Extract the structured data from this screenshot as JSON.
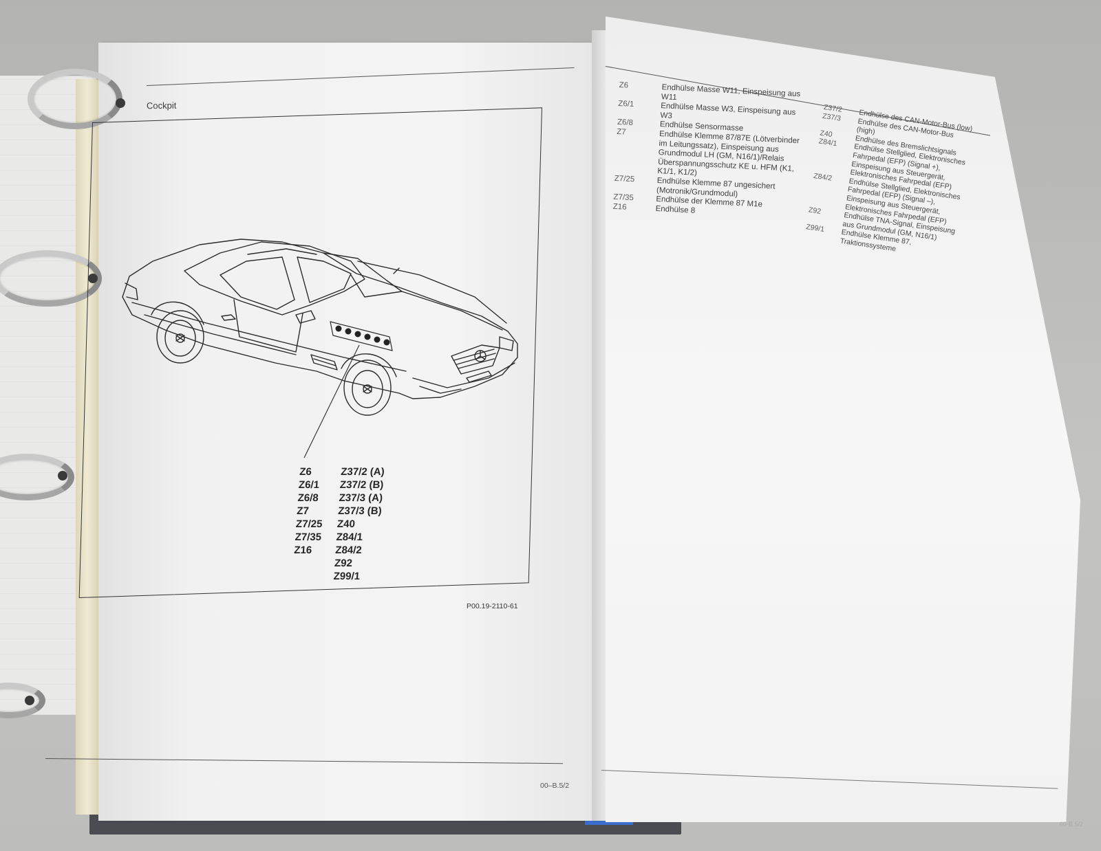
{
  "left_page": {
    "section_title": "Cockpit",
    "figure_code": "P00.19-2110-61",
    "page_number": "00–B.5/2",
    "legend_col1": [
      "Z6",
      "Z6/1",
      "Z6/8",
      "Z7",
      "Z7/25",
      "Z7/35",
      "Z16"
    ],
    "legend_col2": [
      "Z37/2 (A)",
      "Z37/2 (B)",
      "Z37/3 (A)",
      "Z37/3 (B)",
      "Z40",
      "Z84/1",
      "Z84/2",
      "Z92",
      "Z99/1"
    ]
  },
  "right_page": {
    "page_number": "00-B.5/2",
    "entries_col1": [
      {
        "code": "Z6",
        "text": "Endhülse Masse W11, Einspeisung aus W11"
      },
      {
        "code": "Z6/1",
        "text": "Endhülse Masse W3, Einspeisung aus W3"
      },
      {
        "code": "Z6/8",
        "text": "Endhülse Sensormasse"
      },
      {
        "code": "Z7",
        "text": "Endhülse Klemme 87/87E (Lötverbinder im Leitungssatz), Einspeisung aus Grundmodul LH (GM, N16/1)/Relais Überspannungsschutz KE u. HFM (K1, K1/1, K1/2)"
      },
      {
        "code": "Z7/25",
        "text": "Endhülse Klemme 87 ungesichert (Motronik/Grundmodul)"
      },
      {
        "code": "Z7/35",
        "text": "Endhülse der Klemme 87 M1e"
      },
      {
        "code": "Z16",
        "text": "Endhülse 8"
      }
    ],
    "entries_col2": [
      {
        "code": "Z37/2",
        "text": "Endhülse des CAN-Motor-Bus (low)"
      },
      {
        "code": "Z37/3",
        "text": "Endhülse des CAN-Motor-Bus (high)"
      },
      {
        "code": "Z40",
        "text": "Endhülse des Bremslichtsignals"
      },
      {
        "code": "Z84/1",
        "text": "Endhülse Stellglied, Elektronisches Fahrpedal (EFP) (Signal +), Einspeisung aus Steuergerät, Elektronisches Fahrpedal (EFP)"
      },
      {
        "code": "Z84/2",
        "text": "Endhülse Stellglied, Elektronisches Fahrpedal (EFP) (Signal –), Einspeisung aus Steuergerät, Elektronisches Fahrpedal (EFP)"
      },
      {
        "code": "Z92",
        "text": "Endhülse TNA-Signal, Einspeisung aus Grundmodul (GM, N16/1)"
      },
      {
        "code": "Z99/1",
        "text": "Endhülse Klemme 87, Traktionssysteme"
      }
    ]
  }
}
